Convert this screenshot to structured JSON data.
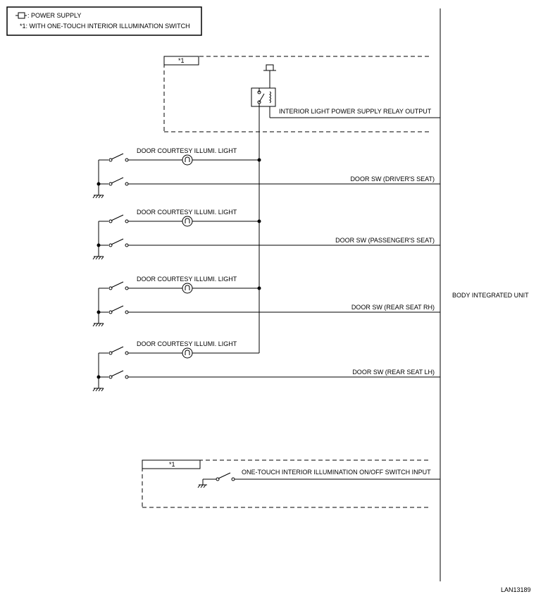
{
  "legend": {
    "power_supply": ": POWER SUPPLY",
    "note": "*1: WITH ONE-TOUCH INTERIOR ILLUMINATION SWITCH"
  },
  "notes": {
    "top_tag": "*1",
    "bottom_tag": "*1"
  },
  "labels": {
    "relay_output": "INTERIOR LIGHT POWER SUPPLY RELAY OUTPUT",
    "body_unit": "BODY INTEGRATED UNIT",
    "onetouch_input": "ONE-TOUCH INTERIOR ILLUMINATION ON/OFF SWITCH INPUT",
    "doc_id": "LAN13189"
  },
  "doors": [
    {
      "light": "DOOR COURTESY ILLUMI. LIGHT",
      "switch": "DOOR SW (DRIVER'S SEAT)"
    },
    {
      "light": "DOOR COURTESY ILLUMI. LIGHT",
      "switch": "DOOR SW (PASSENGER'S SEAT)"
    },
    {
      "light": "DOOR COURTESY ILLUMI. LIGHT",
      "switch": "DOOR SW (REAR SEAT RH)"
    },
    {
      "light": "DOOR COURTESY ILLUMI. LIGHT",
      "switch": "DOOR SW (REAR SEAT LH)"
    }
  ]
}
